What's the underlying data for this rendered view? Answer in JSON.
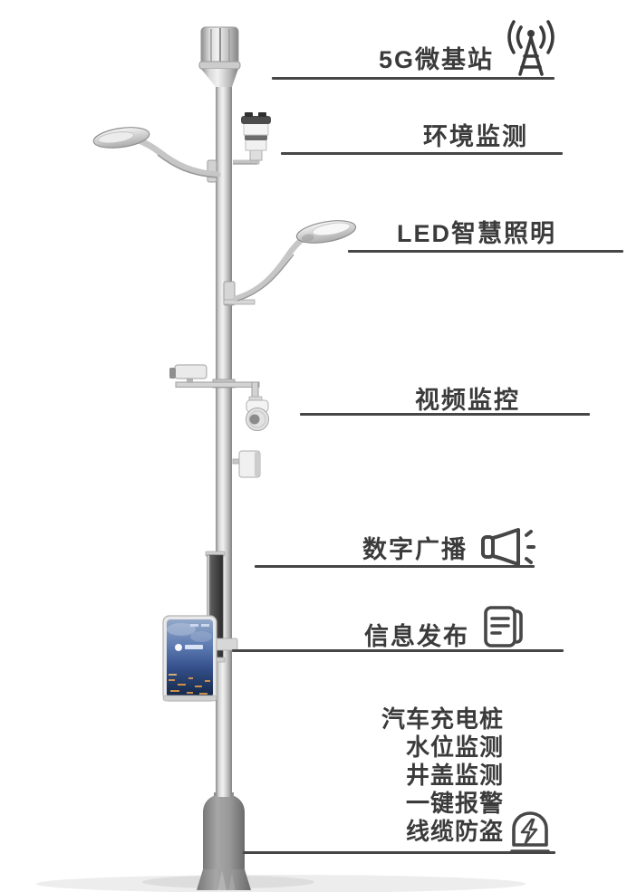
{
  "diagram": {
    "title": "smart-street-light-pole-features",
    "background_color": "#ffffff",
    "text_color": "#3b3b3b",
    "leader_line_color": "#464646",
    "labels": {
      "g5": {
        "text": "5G微基站"
      },
      "env": {
        "text": "环境监测"
      },
      "led": {
        "text": "LED智慧照明"
      },
      "video": {
        "text": "视频监控"
      },
      "broadcast": {
        "text": "数字广播"
      },
      "info": {
        "text": "信息发布"
      },
      "bottom": {
        "items": [
          "汽车充电桩",
          "水位监测",
          "井盖监测",
          "一键报警",
          "线缆防盗"
        ]
      }
    },
    "icons": {
      "g5": "antenna-5g-icon",
      "broadcast": "loudspeaker-icon",
      "info": "news-icon",
      "bottom": "alarm-lightning-icon"
    },
    "pole": {
      "components": [
        "5g-antenna-cap",
        "street-lamp-left",
        "environment-sensor",
        "street-lamp-right",
        "bullet-camera",
        "ptz-dome-camera",
        "broadcast-speaker-box",
        "dark-equipment-panel",
        "led-info-screen",
        "base-cabinet"
      ],
      "colors": {
        "pole_silver": "#d9d9d9",
        "base_gray": "#8f8f8f",
        "panel_dark": "#2c2c2c",
        "screen_sky": "#93a9c9",
        "screen_deep": "#142644",
        "screen_lights": "#e09a4a"
      }
    }
  }
}
